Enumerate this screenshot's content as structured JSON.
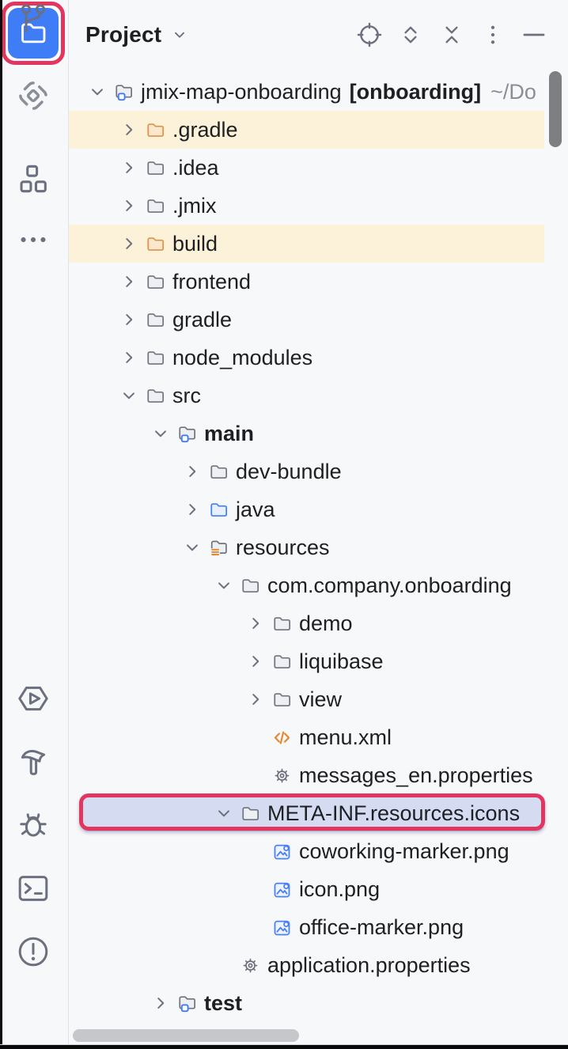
{
  "header": {
    "title": "Project",
    "actions": [
      {
        "id": "locate-opened-file",
        "icon": "locate"
      },
      {
        "id": "expand-all",
        "icon": "expand-all"
      },
      {
        "id": "collapse-all",
        "icon": "collapse-all"
      },
      {
        "id": "more-options",
        "icon": "kebab"
      },
      {
        "id": "hide-tool-window",
        "icon": "minimize"
      }
    ]
  },
  "sidebar": {
    "tools": [
      {
        "id": "project",
        "icon": "project-folder",
        "active": true,
        "annotated": true
      },
      {
        "id": "jmix",
        "icon": "jmix"
      },
      {
        "id": "structure",
        "icon": "structure"
      },
      {
        "id": "more",
        "icon": "more-dots"
      },
      {
        "id": "run",
        "icon": "run-hexagon"
      },
      {
        "id": "build",
        "icon": "hammer"
      },
      {
        "id": "debug",
        "icon": "bug"
      },
      {
        "id": "terminal",
        "icon": "terminal"
      },
      {
        "id": "problems",
        "icon": "problems"
      },
      {
        "id": "version-control",
        "icon": "git-branch"
      }
    ]
  },
  "tree": {
    "rows": [
      {
        "level": 0,
        "chevron": "expanded",
        "icon": "module-folder",
        "label": "jmix-map-onboarding",
        "suffix": "[onboarding]",
        "path": "~/Do"
      },
      {
        "level": 1,
        "chevron": "collapsed",
        "icon": "folder-orange",
        "label": ".gradle",
        "highlight": "cream"
      },
      {
        "level": 1,
        "chevron": "collapsed",
        "icon": "folder",
        "label": ".idea"
      },
      {
        "level": 1,
        "chevron": "collapsed",
        "icon": "folder",
        "label": ".jmix"
      },
      {
        "level": 1,
        "chevron": "collapsed",
        "icon": "folder-orange",
        "label": "build",
        "highlight": "cream"
      },
      {
        "level": 1,
        "chevron": "collapsed",
        "icon": "folder",
        "label": "frontend"
      },
      {
        "level": 1,
        "chevron": "collapsed",
        "icon": "folder",
        "label": "gradle"
      },
      {
        "level": 1,
        "chevron": "collapsed",
        "icon": "folder",
        "label": "node_modules"
      },
      {
        "level": 1,
        "chevron": "expanded",
        "icon": "folder",
        "label": "src"
      },
      {
        "level": 2,
        "chevron": "expanded",
        "icon": "module-folder",
        "label": "main",
        "bold": true
      },
      {
        "level": 3,
        "chevron": "collapsed",
        "icon": "folder",
        "label": "dev-bundle"
      },
      {
        "level": 3,
        "chevron": "collapsed",
        "icon": "folder-blue",
        "label": "java"
      },
      {
        "level": 3,
        "chevron": "expanded",
        "icon": "resources-folder",
        "label": "resources"
      },
      {
        "level": 4,
        "chevron": "expanded",
        "icon": "folder",
        "label": "com.company.onboarding"
      },
      {
        "level": 5,
        "chevron": "collapsed",
        "icon": "folder",
        "label": "demo"
      },
      {
        "level": 5,
        "chevron": "collapsed",
        "icon": "folder",
        "label": "liquibase"
      },
      {
        "level": 5,
        "chevron": "collapsed",
        "icon": "folder",
        "label": "view"
      },
      {
        "level": 5,
        "chevron": null,
        "icon": "xml-file",
        "label": "menu.xml"
      },
      {
        "level": 5,
        "chevron": null,
        "icon": "properties-file",
        "label": "messages_en.properties"
      },
      {
        "level": 4,
        "chevron": "expanded",
        "icon": "folder",
        "label": "META-INF.resources.icons",
        "selected": true,
        "annotated": true
      },
      {
        "level": 5,
        "chevron": null,
        "icon": "image-file",
        "label": "coworking-marker.png"
      },
      {
        "level": 5,
        "chevron": null,
        "icon": "image-file",
        "label": "icon.png"
      },
      {
        "level": 5,
        "chevron": null,
        "icon": "image-file",
        "label": "office-marker.png"
      },
      {
        "level": 4,
        "chevron": null,
        "icon": "properties-file",
        "label": "application.properties"
      },
      {
        "level": 2,
        "chevron": "collapsed",
        "icon": "module-folder",
        "label": "test",
        "bold": true
      }
    ]
  },
  "colors": {
    "annotation_red": "#E2355F",
    "accent_blue": "#3E7DF6",
    "selection_background": "#D5DCF2",
    "highlight_cream": "#FCF2D9",
    "panel_background": "#F7F8FA",
    "icon_gray": "#6C707E"
  }
}
